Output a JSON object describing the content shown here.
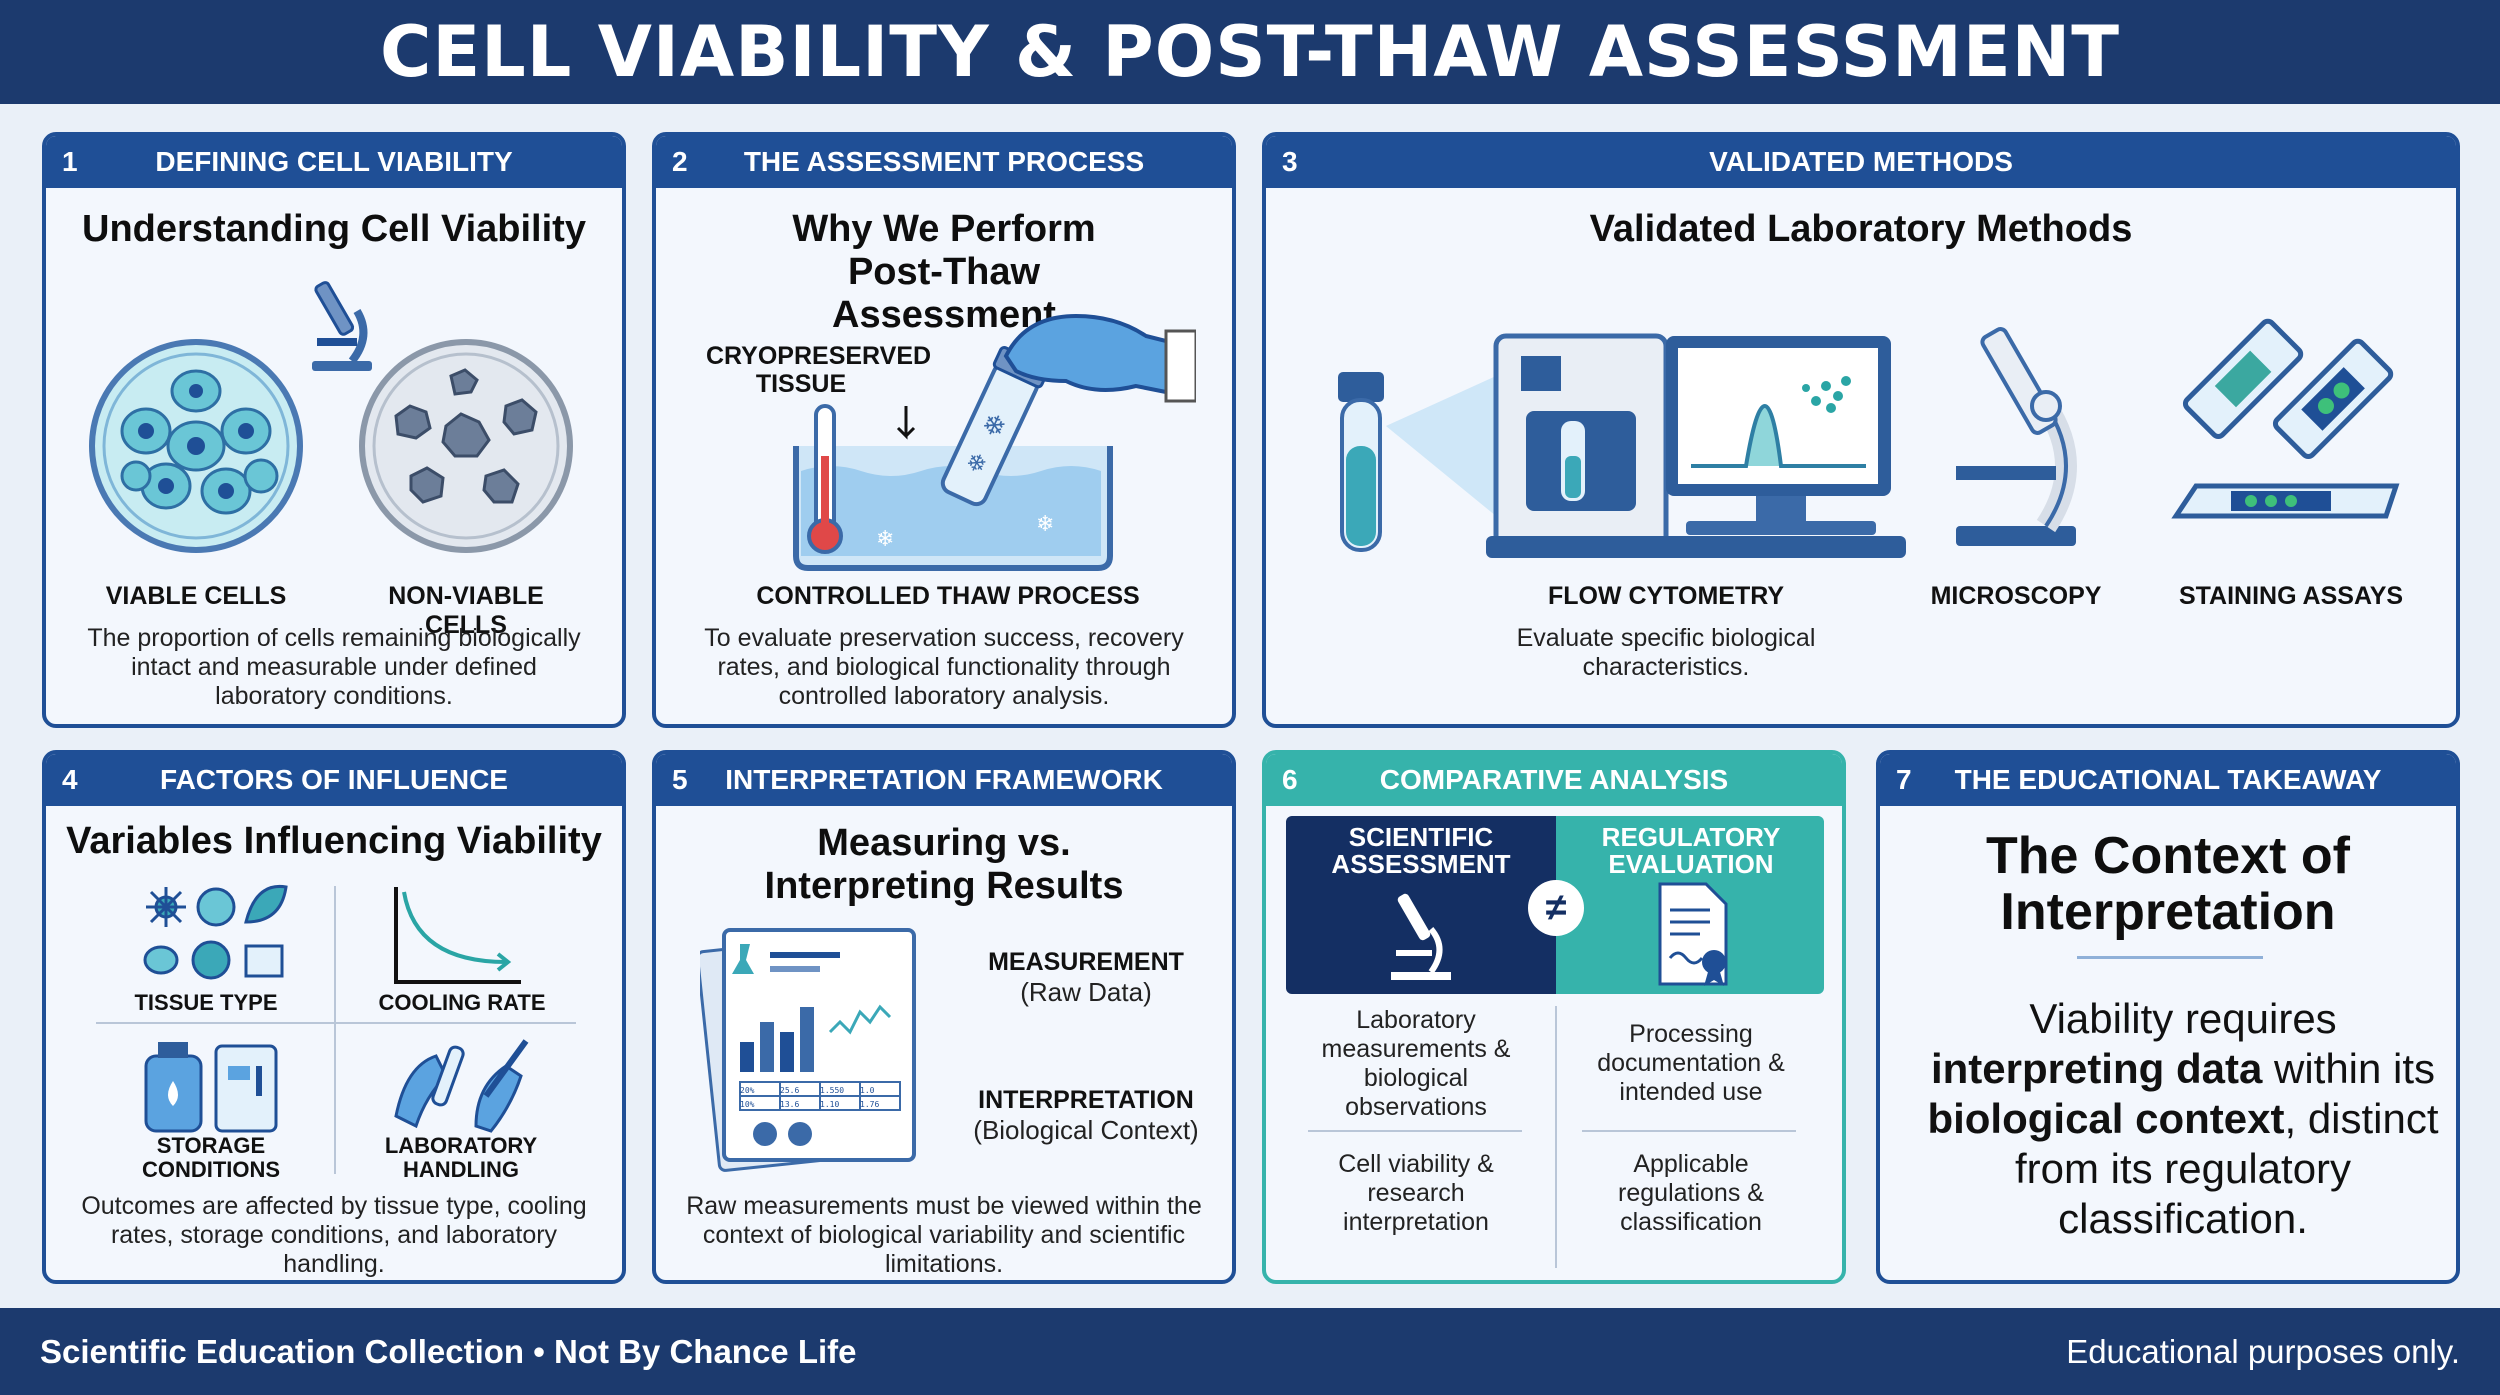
{
  "header": {
    "title": "CELL VIABILITY & POST-THAW ASSESSMENT"
  },
  "footer": {
    "left": "Scientific Education Collection • Not By Chance Life",
    "right": "Educational purposes only."
  },
  "cards": {
    "c1": {
      "num": "1",
      "head": "DEFINING CELL VIABILITY",
      "title": "Understanding Cell Viability",
      "label_a": "VIABLE CELLS",
      "label_b": "NON-VIABLE CELLS",
      "body": "The proportion of cells remaining biologically intact and measurable under defined laboratory conditions."
    },
    "c2": {
      "num": "2",
      "head": "THE ASSESSMENT PROCESS",
      "title": "Why We Perform Post-Thaw Assessment",
      "callout": "CRYOPRESERVED TISSUE",
      "label": "CONTROLLED THAW PROCESS",
      "body": "To evaluate preservation success, recovery rates, and biological functionality through controlled laboratory analysis."
    },
    "c3": {
      "num": "3",
      "head": "VALIDATED METHODS",
      "title": "Validated Laboratory Methods",
      "label_a": "FLOW CYTOMETRY",
      "label_b": "MICROSCOPY",
      "label_c": "STAINING ASSAYS",
      "body": "Evaluate specific biological characteristics."
    },
    "c4": {
      "num": "4",
      "head": "FACTORS OF INFLUENCE",
      "title": "Variables Influencing Viability",
      "f1": "TISSUE TYPE",
      "f2": "COOLING RATE",
      "f3": "STORAGE CONDITIONS",
      "f4": "LABORATORY HANDLING",
      "body": "Outcomes are affected by tissue type, cooling rates, storage conditions, and laboratory handling."
    },
    "c5": {
      "num": "5",
      "head": "INTERPRETATION FRAMEWORK",
      "title": "Measuring vs. Interpreting Results",
      "m_title": "MEASUREMENT",
      "m_sub": "(Raw Data)",
      "i_title": "INTERPRETATION",
      "i_sub": "(Biological Context)",
      "body": "Raw measurements must be viewed within the context of biological variability and scientific limitations.",
      "table": [
        "20%",
        "25.6",
        "1.550",
        "1.0",
        "10%",
        "13.6",
        "1.10",
        "1.76"
      ]
    },
    "c6": {
      "num": "6",
      "head": "COMPARATIVE ANALYSIS",
      "left_head": "SCIENTIFIC ASSESSMENT",
      "right_head": "REGULATORY EVALUATION",
      "neq": "≠",
      "l1": "Laboratory measurements & biological observations",
      "l2": "Cell viability & research interpretation",
      "r1": "Processing documentation & intended use",
      "r2": "Applicable regulations & classification"
    },
    "c7": {
      "num": "7",
      "head": "THE EDUCATIONAL TAKEAWAY",
      "title": "The Context of Interpretation",
      "t1": "Viability requires ",
      "t2": "interpreting data",
      "t3": " within its ",
      "t4": "biological context",
      "t5": ", distinct from its regulatory classification."
    }
  },
  "colors": {
    "navy": "#1c3a6e",
    "blue": "#1f4f96",
    "teal": "#36b3ab",
    "panel": "#f3f7fd"
  }
}
